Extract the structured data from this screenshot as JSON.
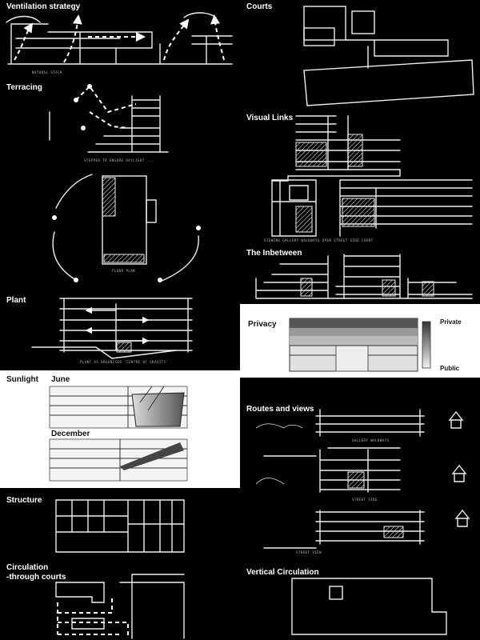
{
  "panels": {
    "ventilation": {
      "title": "Ventilation strategy",
      "note": "NATURAL STACK"
    },
    "courts": {
      "title": "Courts"
    },
    "terracing": {
      "title": "Terracing",
      "note_top": "STEPPED TO ENSURE DAYLIGHT ...",
      "note_plan": "FLOOR PLAN"
    },
    "visual_links": {
      "title": "Visual Links",
      "note": "VIEWING GALLERY WALKWAYS      OPEN STREET SIDE COURT"
    },
    "inbetween": {
      "title": "The Inbetween"
    },
    "plant": {
      "title": "Plant",
      "note": "PLANT AS ORGANISED 'CENTRE OF GRAVITY'"
    },
    "privacy": {
      "title": "Privacy",
      "private_label": "Private",
      "public_label": "Public"
    },
    "sunlight": {
      "title": "Sunlight",
      "june_label": "June",
      "december_label": "December"
    },
    "routes": {
      "title": "Routes and views",
      "note1": "GALLERY WALKWAYS",
      "note2": "STREET SIDE",
      "note3": "STREET VIEW"
    },
    "structure": {
      "title": "Structure"
    },
    "circulation": {
      "title": "Circulation\n-through courts"
    },
    "vertical": {
      "title": "Vertical Circulation"
    }
  },
  "colors": {
    "background": "#000000",
    "panel_light": "#ffffff",
    "chalk": "#eeeeee"
  }
}
